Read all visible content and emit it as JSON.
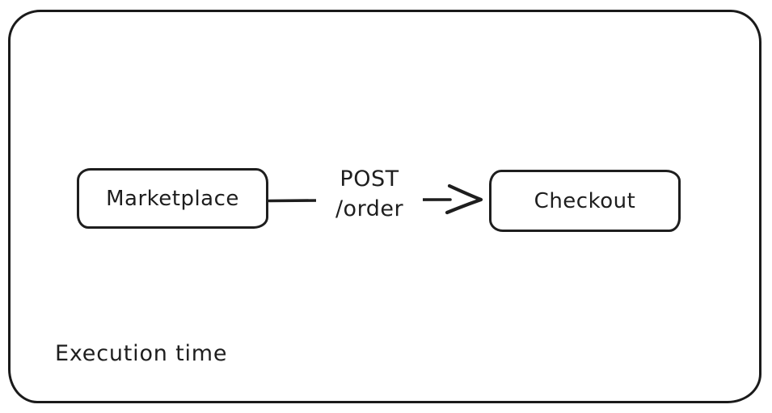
{
  "diagram": {
    "title_hint": "flow diagram",
    "nodes": [
      {
        "id": "marketplace",
        "label": "Marketplace"
      },
      {
        "id": "checkout",
        "label": "Checkout"
      }
    ],
    "edge": {
      "from": "marketplace",
      "to": "checkout",
      "label_line1": "POST",
      "label_line2": "/order"
    },
    "caption": "Execution time",
    "colors": {
      "stroke": "#1e1e1e",
      "frame_stroke": "#1a1a1a",
      "background": "#ffffff"
    }
  }
}
